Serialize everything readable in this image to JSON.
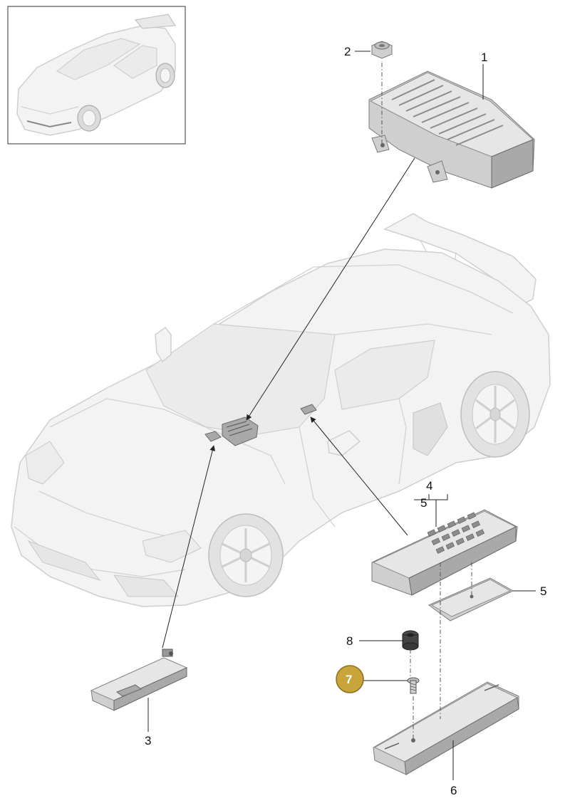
{
  "callouts": [
    {
      "id": "c1",
      "label": "1"
    },
    {
      "id": "c2",
      "label": "2"
    },
    {
      "id": "c3",
      "label": "3"
    },
    {
      "id": "c4",
      "label": "4"
    },
    {
      "id": "c5a",
      "label": "5"
    },
    {
      "id": "c5b",
      "label": "5"
    },
    {
      "id": "c6",
      "label": "6"
    },
    {
      "id": "c7",
      "label": "7",
      "highlighted": true
    },
    {
      "id": "c8",
      "label": "8"
    }
  ],
  "colors": {
    "highlight_fill": "#c9a43a",
    "highlight_stroke": "#8a6d1c",
    "line": "#222222",
    "part_fill": "#cfcfcf"
  },
  "icons": {
    "thumbnail": "car-thumbnail-icon",
    "vehicle": "car-outline-icon",
    "control_unit": "control-unit-icon",
    "nut": "hex-nut-icon",
    "antenna": "antenna-module-icon",
    "remote": "remote-control-icon",
    "battery_cover": "battery-cover-icon",
    "holder": "remote-holder-icon",
    "bolt": "bolt-icon",
    "grommet": "grommet-icon"
  }
}
